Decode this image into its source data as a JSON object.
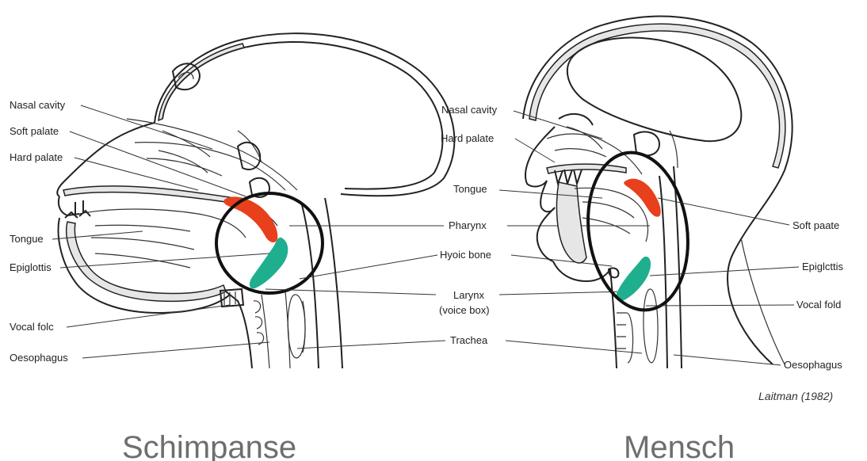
{
  "colors": {
    "highlight_red": "#e8401c",
    "highlight_teal": "#1faf8f",
    "circle": "#111111",
    "caption": "#6e6e6e"
  },
  "chimp": {
    "caption": "Schimpanse",
    "labels": {
      "nasal_cavity": "Nasal cavity",
      "soft_palate": "Soft palate",
      "hard_palate": "Hard palate",
      "tongue": "Tongue",
      "epiglottis": "Epiglottis",
      "vocal_fold": "Vocal folc",
      "oesophagus": "Oesophagus"
    }
  },
  "center": {
    "pharynx": "Pharynx",
    "hyoid_bone": "Hyoic bone",
    "larynx": "Larynx",
    "voice_box": "(voice box)",
    "trachea": "Trachea"
  },
  "human": {
    "caption": "Mensch",
    "labels": {
      "nasal_cavity": "Nasal cavity",
      "hard_palate": "Hard palate",
      "tongue": "Tongue",
      "soft_palate": "Soft paate",
      "epiglottis": "Epiglcttis",
      "vocal_fold": "Vocal fold",
      "oesophagus": "Oesophagus"
    }
  },
  "citation": "Laitman (1982)"
}
